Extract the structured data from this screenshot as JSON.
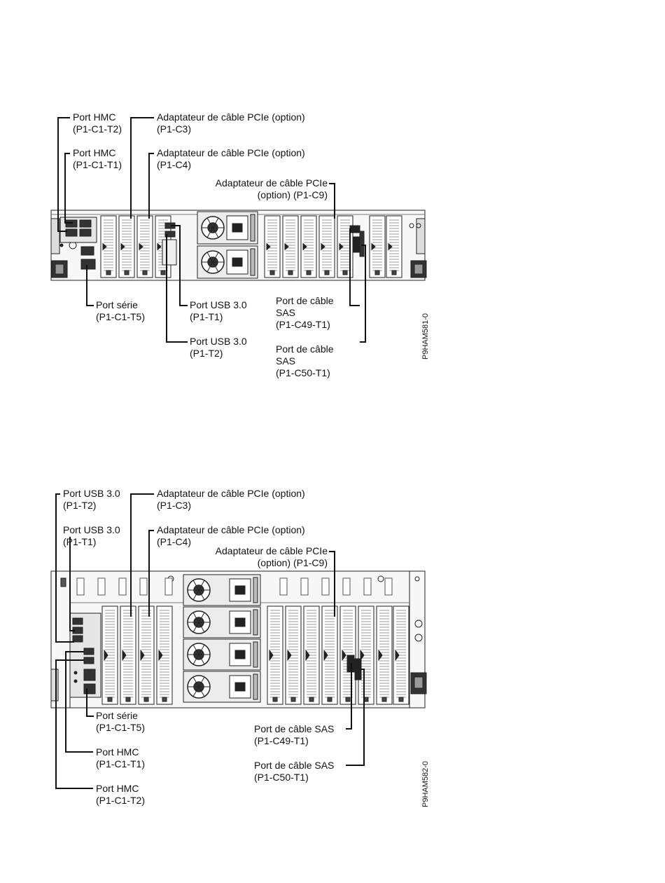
{
  "figures": [
    {
      "id": "fig1",
      "code": "P9HAM581-0",
      "labels": [
        {
          "key": "hmc_t2",
          "lines": [
            "Port HMC",
            "(P1-C1-T2)"
          ]
        },
        {
          "key": "hmc_t1",
          "lines": [
            "Port HMC",
            "(P1-C1-T1)"
          ]
        },
        {
          "key": "pcie_c3",
          "lines": [
            "Adaptateur de câble PCIe (option)",
            "(P1-C3)"
          ]
        },
        {
          "key": "pcie_c4",
          "lines": [
            "Adaptateur de câble PCIe (option)",
            "(P1-C4)"
          ]
        },
        {
          "key": "pcie_c9",
          "lines": [
            "Adaptateur de câble PCIe",
            "(option) (P1-C9)"
          ]
        },
        {
          "key": "serial",
          "lines": [
            "Port série",
            "(P1-C1-T5)"
          ]
        },
        {
          "key": "usb_t1",
          "lines": [
            "Port USB 3.0",
            "(P1-T1)"
          ]
        },
        {
          "key": "usb_t2",
          "lines": [
            "Port USB 3.0",
            "(P1-T2)"
          ]
        },
        {
          "key": "sas_c49",
          "lines": [
            "Port de câble",
            "SAS",
            "(P1-C49-T1)"
          ]
        },
        {
          "key": "sas_c50",
          "lines": [
            "Port de câble",
            "SAS",
            "(P1-C50-T1)"
          ]
        }
      ]
    },
    {
      "id": "fig2",
      "code": "P9HAM582-0",
      "labels": [
        {
          "key": "usb_t2",
          "lines": [
            "Port USB 3.0",
            "(P1-T2)"
          ]
        },
        {
          "key": "usb_t1",
          "lines": [
            "Port USB 3.0",
            "(P1-T1)"
          ]
        },
        {
          "key": "pcie_c3",
          "lines": [
            "Adaptateur de câble PCIe (option)",
            "(P1-C3)"
          ]
        },
        {
          "key": "pcie_c4",
          "lines": [
            "Adaptateur de câble PCIe (option)",
            "(P1-C4)"
          ]
        },
        {
          "key": "pcie_c9",
          "lines": [
            "Adaptateur de câble PCIe",
            "(option) (P1-C9)"
          ]
        },
        {
          "key": "serial",
          "lines": [
            "Port série",
            "(P1-C1-T5)"
          ]
        },
        {
          "key": "hmc_t1",
          "lines": [
            "Port HMC",
            "(P1-C1-T1)"
          ]
        },
        {
          "key": "hmc_t2",
          "lines": [
            "Port HMC",
            "(P1-C1-T2)"
          ]
        },
        {
          "key": "sas_c49",
          "lines": [
            "Port de câble SAS",
            "(P1-C49-T1)"
          ]
        },
        {
          "key": "sas_c50",
          "lines": [
            "Port de câble SAS",
            "(P1-C50-T1)"
          ]
        }
      ]
    }
  ]
}
